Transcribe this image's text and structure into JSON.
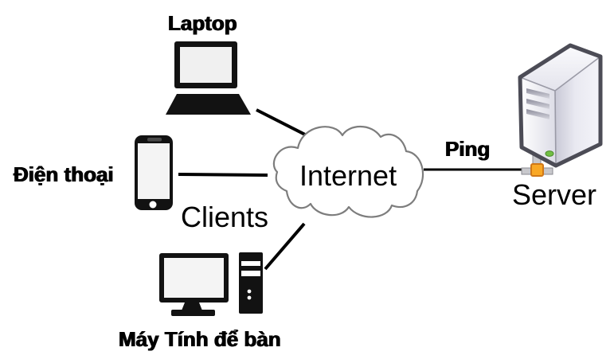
{
  "diagram": {
    "nodes": {
      "laptop": {
        "label": "Laptop",
        "icon": "laptop-icon"
      },
      "phone": {
        "label": "Điện thoại",
        "icon": "smartphone-icon"
      },
      "desktop": {
        "label": "Máy Tính để bàn",
        "icon": "desktop-computer-icon"
      },
      "internet": {
        "label": "Internet",
        "icon": "cloud-icon"
      },
      "server": {
        "label": "Server",
        "icon": "server-tower-icon"
      }
    },
    "groups": {
      "clients": {
        "label": "Clients"
      }
    },
    "edges": {
      "laptop_internet": {
        "from": "laptop",
        "to": "internet",
        "label": ""
      },
      "phone_internet": {
        "from": "phone",
        "to": "internet",
        "label": ""
      },
      "desktop_internet": {
        "from": "desktop",
        "to": "internet",
        "label": ""
      },
      "internet_server": {
        "from": "internet",
        "to": "server",
        "label": "Ping"
      }
    },
    "colors": {
      "background": "#ffffff",
      "text": "#000000",
      "connection_line": "#000000",
      "cloud_fill": "#ffffff",
      "cloud_stroke": "#7d7d7d",
      "device_icon_black": "#121212",
      "device_screen_fill": "#f0f0f0",
      "server_outline": "#4c4c56",
      "server_face_light": "#ffffff",
      "server_face_shade": "#cfcfdb",
      "server_vent": "#9b9ba8",
      "server_led_green": "#72bf44",
      "connector_gray": "#c8c8cc",
      "connector_orange": "#f9a825"
    }
  }
}
